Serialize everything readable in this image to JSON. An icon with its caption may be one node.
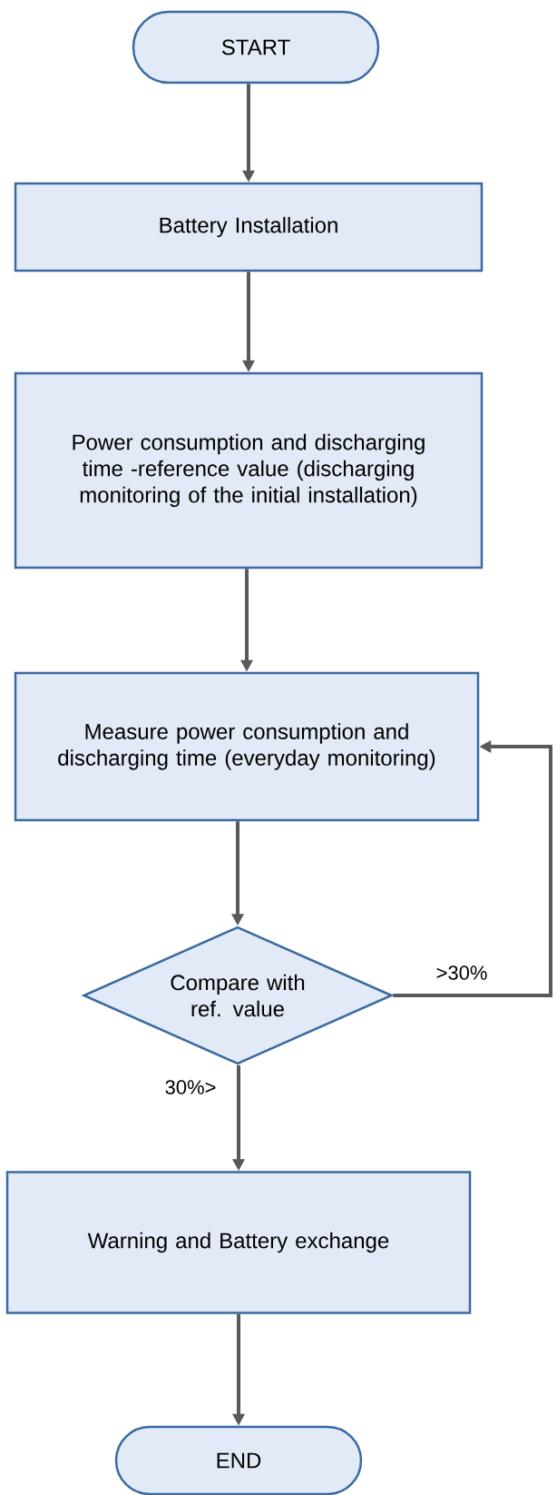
{
  "diagram": {
    "nodes": [
      {
        "text": [
          "START"
        ]
      },
      {
        "text": [
          "Battery Installation"
        ]
      },
      {
        "text": [
          "Power consumption and discharging time -reference value (discharging monitoring of the initial installation)"
        ]
      },
      {
        "text": [
          "Measure power consumption and discharging time (everyday monitoring)"
        ]
      },
      {
        "text": [
          "Compare with ref. value"
        ]
      },
      {
        "text": [
          "Warning and Battery exchange"
        ]
      },
      {
        "text": [
          "END"
        ]
      }
    ],
    "edges": [
      {
        "from": 0,
        "to": 1,
        "arrow": "to"
      },
      {
        "from": 1,
        "to": 2,
        "arrow": "to"
      },
      {
        "from": 2,
        "to": 3,
        "arrow": "to"
      },
      {
        "from": 3,
        "to": 4,
        "arrow": "to"
      },
      {
        "from": 4,
        "to": 5,
        "arrow": "to",
        "label": "30%>"
      },
      {
        "from": 5,
        "to": 6,
        "arrow": "to"
      },
      {
        "from": 4,
        "to": 3,
        "arrow": "to",
        "label": ">30%"
      }
    ]
  }
}
